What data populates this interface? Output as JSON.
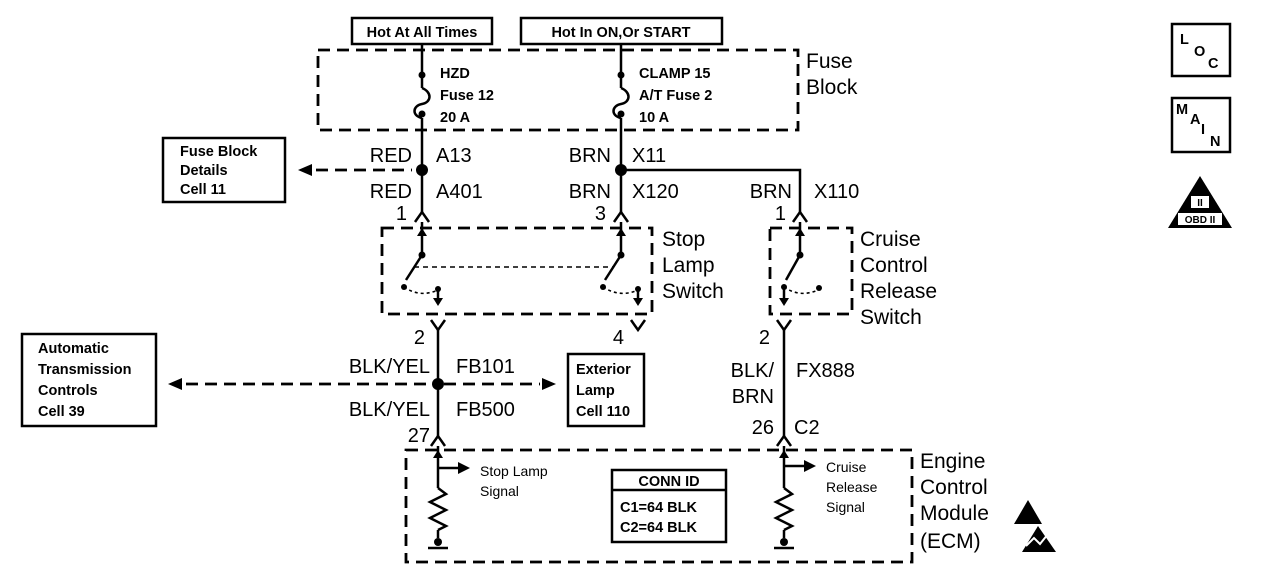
{
  "power": {
    "hot_at_all_times": "Hot At All Times",
    "hot_in_on_or_start": "Hot In ON,Or START"
  },
  "fuse_block": {
    "title_line1": "Fuse",
    "title_line2": "Block",
    "fuse1": {
      "line1": "HZD",
      "line2": "Fuse 12",
      "line3": "20 A"
    },
    "fuse2": {
      "line1": "CLAMP 15",
      "line2": "A/T Fuse 2",
      "line3": "10 A"
    }
  },
  "references": {
    "fuse_block_details": {
      "line1": "Fuse Block",
      "line2": "Details",
      "line3": "Cell 11"
    },
    "automatic_transmission": {
      "line1": "Automatic",
      "line2": "Transmission",
      "line3": "Controls",
      "line4": "Cell 39"
    },
    "exterior_lamp": {
      "line1": "Exterior",
      "line2": "Lamp",
      "line3": "Cell 110"
    }
  },
  "wires": {
    "red_a13": {
      "color": "RED",
      "circuit": "A13"
    },
    "brn_x11": {
      "color": "BRN",
      "circuit": "X11"
    },
    "red_a401": {
      "color": "RED",
      "circuit": "A401"
    },
    "brn_x120": {
      "color": "BRN",
      "circuit": "X120"
    },
    "brn_x110": {
      "color": "BRN",
      "circuit": "X110"
    },
    "blkyel_fb101": {
      "color": "BLK/YEL",
      "circuit": "FB101"
    },
    "blkyel_fb500": {
      "color": "BLK/YEL",
      "circuit": "FB500"
    },
    "blkbrn_fx888": {
      "color_line1": "BLK/",
      "color_line2": "BRN",
      "circuit": "FX888"
    }
  },
  "pins": {
    "stop_in_1": "1",
    "stop_in_3": "3",
    "cruise_in_1": "1",
    "stop_out_2": "2",
    "stop_out_4": "4",
    "cruise_out_2": "2",
    "ecm_27": "27",
    "ecm_26": "26",
    "ecm_c2": "C2"
  },
  "components": {
    "stop_lamp_switch": {
      "line1": "Stop",
      "line2": "Lamp",
      "line3": "Switch"
    },
    "cruise_switch": {
      "line1": "Cruise",
      "line2": "Control",
      "line3": "Release",
      "line4": "Switch"
    },
    "ecm": {
      "line1": "Engine",
      "line2": "Control",
      "line3": "Module",
      "line4": "(ECM)"
    }
  },
  "ecm_signals": {
    "stop": {
      "line1": "Stop Lamp",
      "line2": "Signal"
    },
    "cruise": {
      "line1": "Cruise",
      "line2": "Release",
      "line3": "Signal"
    }
  },
  "conn_id": {
    "title": "CONN ID",
    "c1": "C1=64 BLK",
    "c2": "C2=64 BLK"
  },
  "icons": {
    "loc": {
      "l": "L",
      "o": "O",
      "c": "C"
    },
    "main": {
      "m": "M",
      "a": "A",
      "i": "I",
      "n": "N"
    },
    "obd": {
      "line1": "II",
      "line2": "OBD II"
    }
  }
}
